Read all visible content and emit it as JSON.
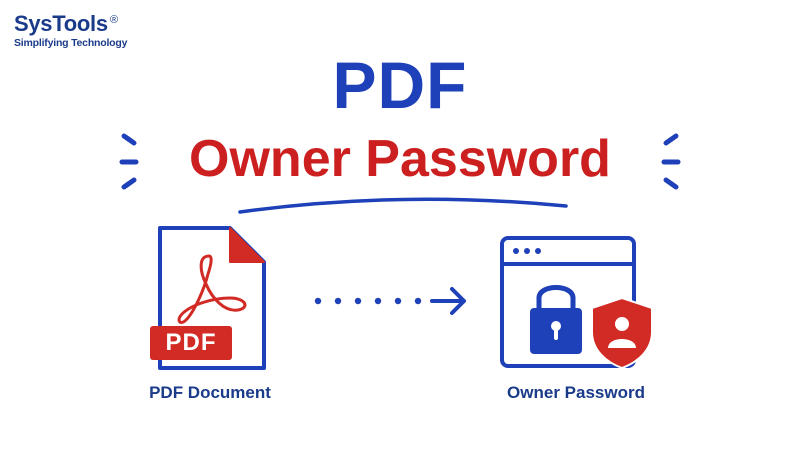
{
  "logo": {
    "name": "SysTools",
    "registered_mark": "®",
    "tagline": "Simplifying Technology"
  },
  "title": {
    "line1": "PDF",
    "line2": "Owner Password"
  },
  "left_item": {
    "badge": "PDF",
    "caption": "PDF Document",
    "icon": "pdf-document-icon"
  },
  "right_item": {
    "caption": "Owner Password",
    "icon": "browser-lock-shield-icon"
  },
  "connector": {
    "icon": "dotted-arrow-icon"
  },
  "colors": {
    "blue": "#1e40b8",
    "red": "#cc1f1f",
    "navy": "#1a3a8a"
  }
}
